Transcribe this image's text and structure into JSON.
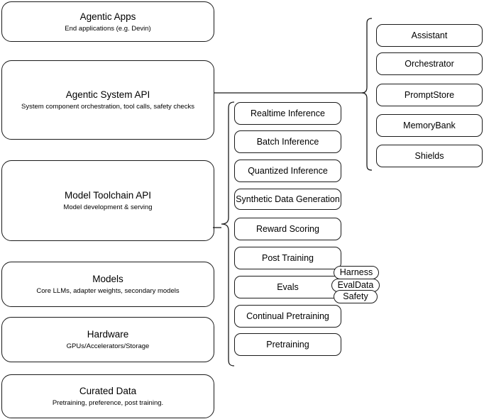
{
  "diagram": {
    "type": "layered-stack-architecture",
    "background_color": "#ffffff",
    "line_color": "#1a1a1a"
  },
  "stack": {
    "label": "layer-stack",
    "layers": [
      {
        "id": "agentic-apps",
        "title": "Agentic Apps",
        "subtitle": "End applications (e.g. Devin)"
      },
      {
        "id": "agentic-system-api",
        "title": "Agentic System API",
        "subtitle": "System component orchestration, tool calls, safety checks"
      },
      {
        "id": "model-toolchain-api",
        "title": "Model Toolchain API",
        "subtitle": "Model development & serving"
      },
      {
        "id": "models",
        "title": "Models",
        "subtitle": "Core LLMs, adapter weights, secondary models"
      },
      {
        "id": "hardware",
        "title": "Hardware",
        "subtitle": "GPUs/Accelerators/Storage"
      },
      {
        "id": "curated-data",
        "title": "Curated Data",
        "subtitle": "Pretraining, preference, post training."
      }
    ]
  },
  "toolchain_components": {
    "label": "model-toolchain-components",
    "items": [
      {
        "id": "realtime-inference",
        "label": "Realtime Inference"
      },
      {
        "id": "batch-inference",
        "label": "Batch Inference"
      },
      {
        "id": "quantized-inference",
        "label": "Quantized Inference"
      },
      {
        "id": "synthetic-data-generation",
        "label": "Synthetic Data Generation"
      },
      {
        "id": "reward-scoring",
        "label": "Reward Scoring"
      },
      {
        "id": "post-training",
        "label": "Post Training"
      },
      {
        "id": "evals",
        "label": "Evals"
      },
      {
        "id": "continual-pretraining",
        "label": "Continual Pretraining"
      },
      {
        "id": "pretraining",
        "label": "Pretraining"
      }
    ]
  },
  "evals_subcomponents": {
    "label": "evals-subcomponents",
    "items": [
      {
        "id": "harness",
        "label": "Harness"
      },
      {
        "id": "evaldata",
        "label": "EvalData"
      },
      {
        "id": "safety",
        "label": "Safety"
      }
    ]
  },
  "agentic_system_components": {
    "label": "agentic-system-components",
    "items": [
      {
        "id": "assistant",
        "label": "Assistant"
      },
      {
        "id": "orchestrator",
        "label": "Orchestrator"
      },
      {
        "id": "promptstore",
        "label": "PromptStore"
      },
      {
        "id": "memorybank",
        "label": "MemoryBank"
      },
      {
        "id": "shields",
        "label": "Shields"
      }
    ]
  }
}
